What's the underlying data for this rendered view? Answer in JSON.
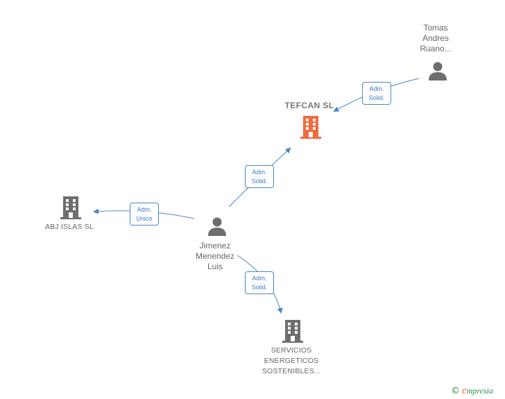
{
  "colors": {
    "edge": "#4a86c8",
    "badge_text": "#3b79c2",
    "person_icon": "#6e6e6e",
    "company_icon": "#6e6e6e",
    "main_company_icon": "#f26a3d"
  },
  "nodes": {
    "main_company": {
      "name": "TEFCAN SL",
      "icon": "building-icon"
    },
    "person_top": {
      "line1": "Tomas",
      "line2": "Andres",
      "line3": "Ruano...",
      "icon": "person-icon"
    },
    "person_center": {
      "line1": "Jimenez",
      "line2": "Menendez",
      "line3": "Luis",
      "icon": "person-icon"
    },
    "company_left": {
      "name": "ABJ ISLAS SL",
      "icon": "building-icon"
    },
    "company_bottom": {
      "line1": "SERVICIOS",
      "line2": "ENERGETICOS",
      "line3": "SOSTENIBLES...",
      "icon": "building-icon"
    }
  },
  "edges": [
    {
      "line1": "Adm.",
      "line2": "Solid."
    },
    {
      "line1": "Adm.",
      "line2": "Solid."
    },
    {
      "line1": "Adm.",
      "line2": "Unico"
    },
    {
      "line1": "Adm.",
      "line2": "Solid."
    }
  ],
  "watermark": {
    "copyright": "©",
    "brand_initial": "e",
    "brand_rest": "mpresia"
  }
}
